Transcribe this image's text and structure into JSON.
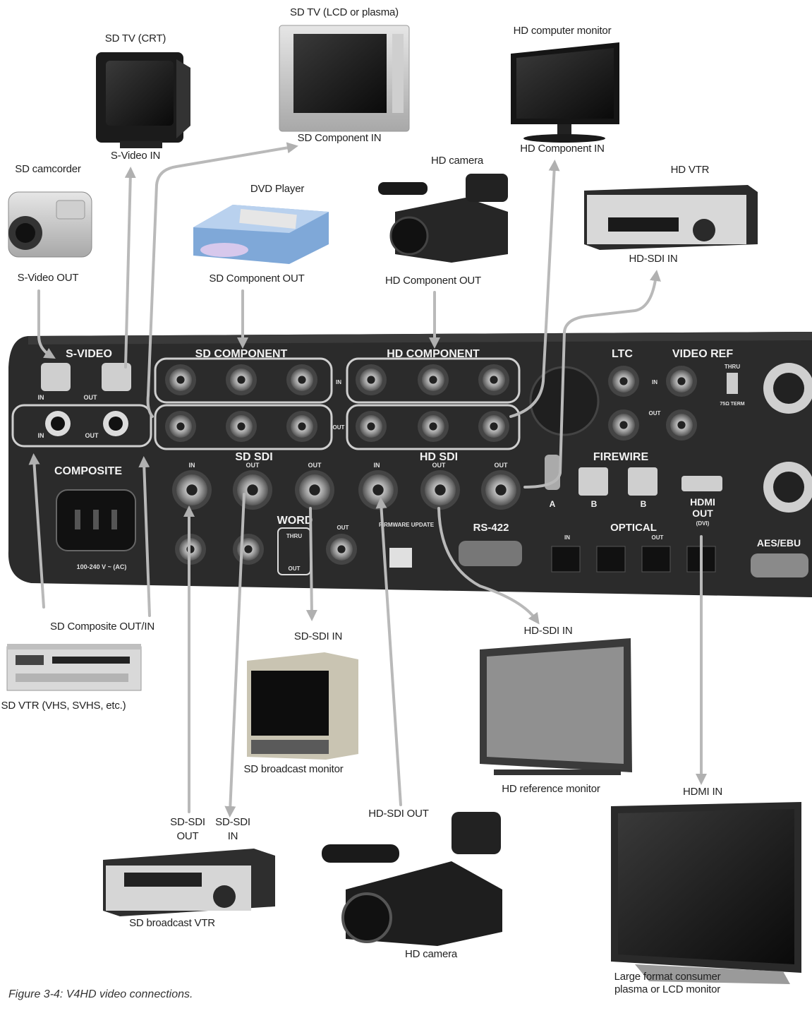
{
  "figure": {
    "caption": "Figure 3-4: V4HD video connections."
  },
  "devices": {
    "sd_tv_crt": {
      "name": "SD TV (CRT)",
      "connection": "S-Video IN"
    },
    "sd_tv_lcd": {
      "name": "SD TV (LCD or plasma)",
      "connection": "SD Component IN"
    },
    "hd_monitor": {
      "name": "HD computer monitor",
      "connection": "HD Component IN"
    },
    "sd_camcorder": {
      "name": "SD camcorder",
      "connection": "S-Video OUT"
    },
    "dvd_player": {
      "name": "DVD Player",
      "connection": "SD Component OUT"
    },
    "hd_camera_top": {
      "name": "HD camera",
      "connection": "HD Component OUT"
    },
    "hd_vtr": {
      "name": "HD VTR",
      "connection": "HD-SDI IN"
    },
    "sd_vtr": {
      "name": "SD VTR (VHS, SVHS, etc.)",
      "connection": "SD Composite OUT/IN"
    },
    "sd_broadcast_monitor": {
      "name": "SD broadcast monitor",
      "connection": "SD-SDI IN"
    },
    "hd_reference_monitor": {
      "name": "HD reference monitor",
      "connection": "HD-SDI IN"
    },
    "sd_broadcast_vtr": {
      "name": "SD broadcast VTR",
      "connection_out_1": "SD-SDI",
      "connection_out_2": "OUT",
      "connection_in_1": "SD-SDI",
      "connection_in_2": "IN"
    },
    "hd_camera_bottom": {
      "name": "HD camera",
      "connection": "HD-SDI OUT"
    },
    "large_tv": {
      "name": "Large format consumer plasma or LCD monitor",
      "connection": "HDMI IN"
    }
  },
  "panel": {
    "s_video": "S-VIDEO",
    "sd_component": "SD COMPONENT",
    "hd_component": "HD COMPONENT",
    "ltc": "LTC",
    "video_ref": "VIDEO REF",
    "composite": "COMPOSITE",
    "sd_sdi": "SD SDI",
    "hd_sdi": "HD SDI",
    "firewire": "FIREWIRE",
    "word": "WORD",
    "rs422": "RS-422",
    "optical": "OPTICAL",
    "hdmi_out": "HDMI",
    "hdmi_out_2": "OUT",
    "hdmi_dvi": "(DVI)",
    "aes_ebu": "AES/EBU",
    "power": "100-240 V ~ (AC)",
    "in": "IN",
    "out": "OUT",
    "thru": "THRU",
    "term": "75Ω TERM",
    "firmware": "FIRMWARE UPDATE",
    "port_a": "A",
    "port_b": "B"
  },
  "colors": {
    "panel": "#2b2b2b",
    "panel_text": "#f0f0f0",
    "cable": "#b9b9b9",
    "bnc_ring": "#bfbfbf"
  }
}
